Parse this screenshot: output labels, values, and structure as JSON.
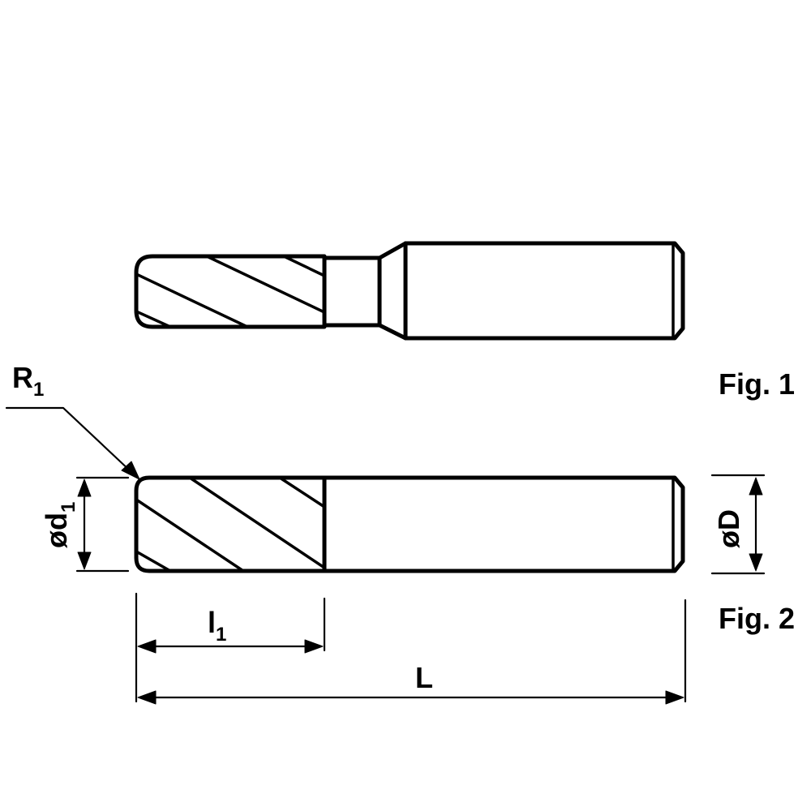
{
  "figures": [
    {
      "label": "Fig. 1"
    },
    {
      "label": "Fig. 2"
    }
  ],
  "dimensions": {
    "corner_radius": {
      "symbol": "R",
      "subscript": "1"
    },
    "cutting_diameter": {
      "symbol": "ød",
      "subscript": "1"
    },
    "shank_diameter": {
      "symbol": "øD",
      "subscript": ""
    },
    "cutting_length": {
      "symbol": "l",
      "subscript": "1"
    },
    "overall_length": {
      "symbol": "L",
      "subscript": ""
    }
  }
}
